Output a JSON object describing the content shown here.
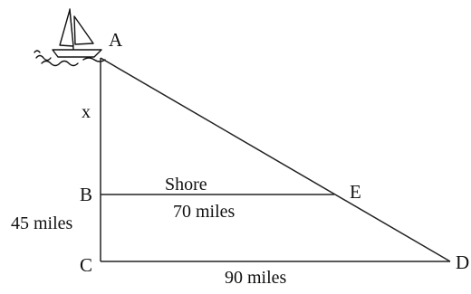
{
  "diagram": {
    "points": {
      "A": "A",
      "B": "B",
      "C": "C",
      "D": "D",
      "E": "E"
    },
    "labels": {
      "ab": "x",
      "bc": "45 miles",
      "be_top": "Shore",
      "be_bottom": "70 miles",
      "cd": "90 miles"
    },
    "boat_icon": "sailboat-icon",
    "colors": {
      "line": "#222222",
      "text": "#111111"
    }
  }
}
